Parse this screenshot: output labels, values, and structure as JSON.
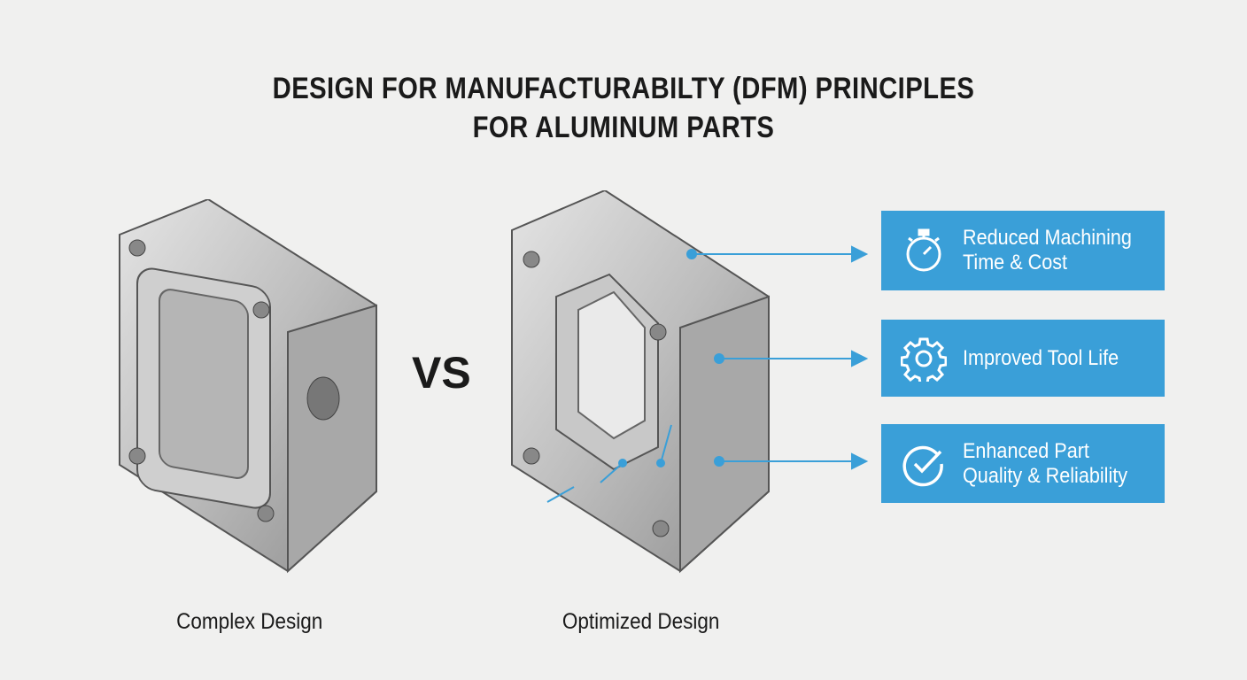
{
  "title": {
    "line1": "DESIGN FOR MANUFACTURABILTY (DFM) PRINCIPLES",
    "line2": "FOR ALUMINUM PARTS"
  },
  "comparison": {
    "left_caption": "Complex Design",
    "vs_label": "VS",
    "right_caption": "Optimized Design"
  },
  "benefits": [
    {
      "icon": "stopwatch-icon",
      "line1": "Reduced Machining",
      "line2": "Time & Cost"
    },
    {
      "icon": "gear-icon",
      "line1": "Improved Tool Life",
      "line2": ""
    },
    {
      "icon": "check-circle-icon",
      "line1": "Enhanced Part",
      "line2": "Quality & Reliability"
    }
  ],
  "colors": {
    "accent": "#3a9fd8",
    "background": "#f0f0ef"
  }
}
